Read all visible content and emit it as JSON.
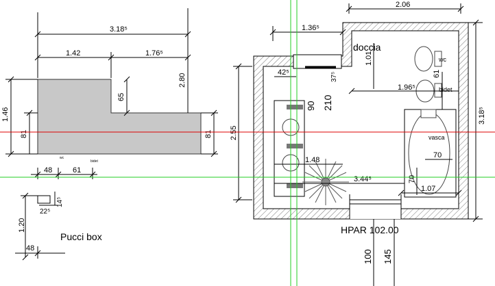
{
  "colors": {
    "guide_red": "#dd0000",
    "guide_green": "#22cc22",
    "floor_grey": "#c8c8c8"
  },
  "plan_dims": {
    "overall_width": "3.18⁵",
    "left_segment": "1.42",
    "right_segment": "1.76⁵",
    "height": "2.80",
    "notch_depth": "65",
    "left_height": "1.46",
    "left_low": "81",
    "right_low": "81",
    "bottom_a": "48",
    "bottom_b": "61",
    "mark_wc": "wc",
    "mark_bidet": "bidet"
  },
  "pucci": {
    "title": "Pucci box",
    "dim_h": "1.20",
    "dim_w": "48",
    "dim_small_a": "22⁵",
    "dim_small_b": "14⁵"
  },
  "room": {
    "top_width": "2.06",
    "shower_width": "1.36⁵",
    "shower_label": "doccia",
    "shower_depth": "1.01",
    "cabinet_offset": "42⁵",
    "cabinet_depth": "37⁵",
    "dim_90": "90",
    "dim_210": "210",
    "span_196": "1.96⁵",
    "wc_label": "wc",
    "bidet_label": "bidet",
    "dim_61": "61",
    "total_height": "3.18⁵",
    "left_height": "2.55",
    "tub_label": "vasca",
    "tub_70a": "70",
    "tub_70b": "70",
    "tub_width": "1.07",
    "mid_148": "1.48",
    "mid_344": "3.44⁵",
    "door_label": "HPAR 102.00",
    "dim_100": "100",
    "dim_145": "145"
  }
}
